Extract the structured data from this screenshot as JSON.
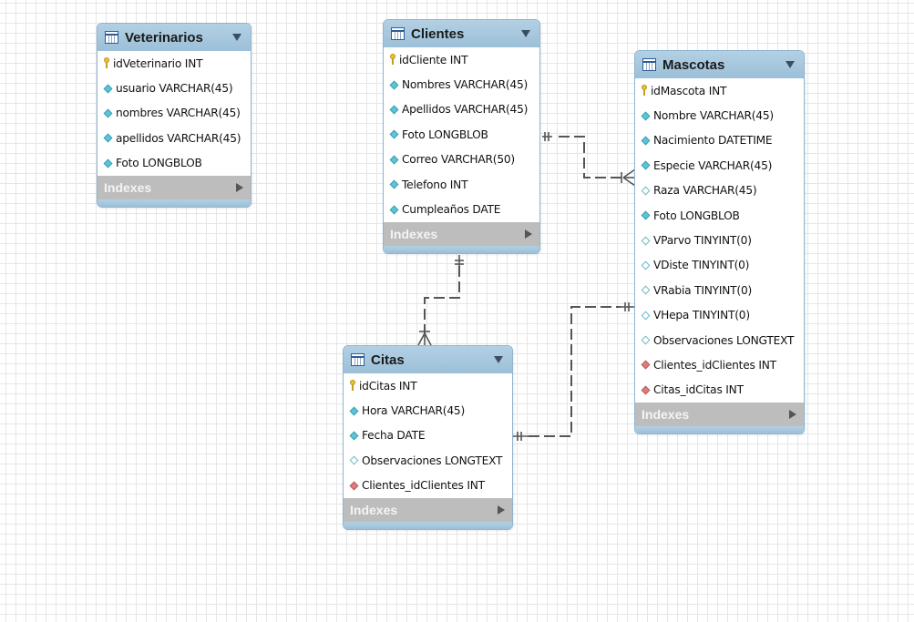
{
  "tables": [
    {
      "id": "veterinarios",
      "title": "Veterinarios",
      "columns": [
        {
          "icon": "primary-key",
          "text": "idVeterinario INT"
        },
        {
          "icon": "filled-diamond",
          "text": "usuario VARCHAR(45)"
        },
        {
          "icon": "filled-diamond",
          "text": "nombres VARCHAR(45)"
        },
        {
          "icon": "filled-diamond",
          "text": "apellidos VARCHAR(45)"
        },
        {
          "icon": "filled-diamond",
          "text": "Foto LONGBLOB"
        }
      ],
      "indexes_label": "Indexes"
    },
    {
      "id": "clientes",
      "title": "Clientes",
      "columns": [
        {
          "icon": "primary-key",
          "text": "idCliente INT"
        },
        {
          "icon": "filled-diamond",
          "text": "Nombres VARCHAR(45)"
        },
        {
          "icon": "filled-diamond",
          "text": "Apellidos VARCHAR(45)"
        },
        {
          "icon": "filled-diamond",
          "text": "Foto LONGBLOB"
        },
        {
          "icon": "filled-diamond",
          "text": "Correo VARCHAR(50)"
        },
        {
          "icon": "filled-diamond",
          "text": "Telefono INT"
        },
        {
          "icon": "filled-diamond",
          "text": "Cumpleaños DATE"
        }
      ],
      "indexes_label": "Indexes"
    },
    {
      "id": "mascotas",
      "title": "Mascotas",
      "columns": [
        {
          "icon": "primary-key",
          "text": "idMascota INT"
        },
        {
          "icon": "filled-diamond",
          "text": "Nombre VARCHAR(45)"
        },
        {
          "icon": "filled-diamond",
          "text": "Nacimiento DATETIME"
        },
        {
          "icon": "filled-diamond",
          "text": "Especie VARCHAR(45)"
        },
        {
          "icon": "hollow-diamond",
          "text": "Raza VARCHAR(45)"
        },
        {
          "icon": "filled-diamond",
          "text": "Foto LONGBLOB"
        },
        {
          "icon": "hollow-diamond",
          "text": "VParvo TINYINT(0)"
        },
        {
          "icon": "hollow-diamond",
          "text": "VDiste TINYINT(0)"
        },
        {
          "icon": "hollow-diamond",
          "text": "VRabia TINYINT(0)"
        },
        {
          "icon": "hollow-diamond",
          "text": "VHepa TINYINT(0)"
        },
        {
          "icon": "hollow-diamond",
          "text": "Observaciones LONGTEXT"
        },
        {
          "icon": "foreign-key",
          "text": "Clientes_idClientes INT"
        },
        {
          "icon": "foreign-key",
          "text": "Citas_idCitas INT"
        }
      ],
      "indexes_label": "Indexes"
    },
    {
      "id": "citas",
      "title": "Citas",
      "columns": [
        {
          "icon": "primary-key",
          "text": "idCitas INT"
        },
        {
          "icon": "filled-diamond",
          "text": "Hora VARCHAR(45)"
        },
        {
          "icon": "filled-diamond",
          "text": "Fecha DATE"
        },
        {
          "icon": "hollow-diamond",
          "text": "Observaciones LONGTEXT"
        },
        {
          "icon": "foreign-key",
          "text": "Clientes_idClientes INT"
        }
      ],
      "indexes_label": "Indexes"
    }
  ],
  "relationships": [
    {
      "from": "clientes",
      "to": "mascotas",
      "from_end": "one-and-only-one",
      "to_end": "one-or-many"
    },
    {
      "from": "clientes",
      "to": "citas",
      "from_end": "one-and-only-one",
      "to_end": "one-or-many"
    },
    {
      "from": "citas",
      "to": "mascotas",
      "from_end": "one-and-only-one",
      "to_end": "one-and-only-one"
    }
  ],
  "colors": {
    "header": "#9cc0d8",
    "border": "#8fb5cf",
    "indexes_bar": "#bdbdbd",
    "primary_key": "#e8c233",
    "column_diamond": "#5cc5d6",
    "foreign_key": "#e07c7c",
    "grid": "#e6e6e6"
  }
}
